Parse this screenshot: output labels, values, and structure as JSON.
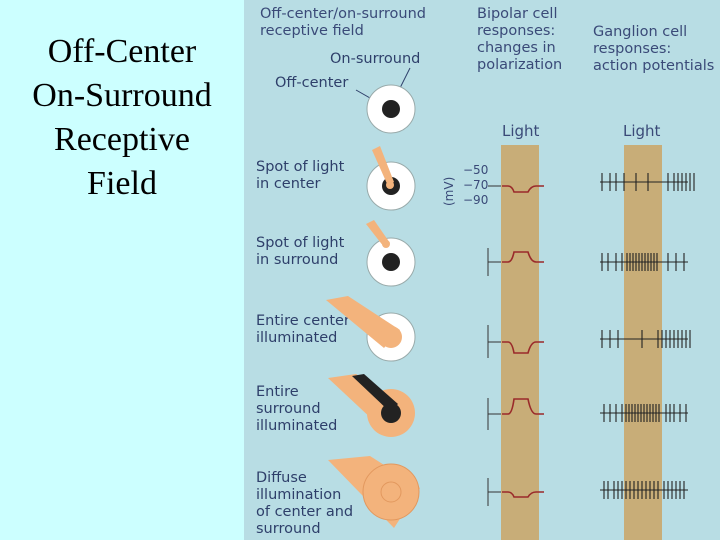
{
  "slide": {
    "title_lines": [
      "Off-Center",
      "On-Surround",
      "Receptive",
      "Field"
    ]
  },
  "figure": {
    "header_receptive_field": [
      "Off-center/on-surround",
      "receptive field"
    ],
    "header_bipolar": [
      "Bipolar cell",
      "responses:",
      "changes in",
      "polarization"
    ],
    "header_ganglion": [
      "Ganglion cell",
      "responses:",
      "action potentials"
    ],
    "label_on_surround": "On-surround",
    "label_off_center": "Off-center",
    "light_label_bipolar": "Light",
    "light_label_ganglion": "Light",
    "axis_unit": "(mV)",
    "axis_ticks": [
      "−50",
      "−70",
      "−90"
    ],
    "conditions": [
      {
        "label": [
          "Spot of light",
          "in center"
        ],
        "bipolar": "hyperpolarized",
        "ganglion_rate": "decreased"
      },
      {
        "label": [
          "Spot of light",
          "in surround"
        ],
        "bipolar": "depolarized",
        "ganglion_rate": "increased"
      },
      {
        "label": [
          "Entire center",
          "illuminated"
        ],
        "bipolar": "hyperpolarized",
        "ganglion_rate": "decreased"
      },
      {
        "label": [
          "Entire",
          "surround",
          "illuminated"
        ],
        "bipolar": "depolarized",
        "ganglion_rate": "increased"
      },
      {
        "label": [
          "Diffuse",
          "illumination",
          "of center and",
          "surround"
        ],
        "bipolar": "slightly hyperpolarized",
        "ganglion_rate": "slightly increased"
      }
    ],
    "colors": {
      "slide_background": "#ccffff",
      "figure_background": "#b8dde4",
      "light_band": "#c8ad78",
      "trace": "#9a2a2a",
      "light_beam": "#f3b37c",
      "label_text": "#2e3f6a"
    }
  }
}
